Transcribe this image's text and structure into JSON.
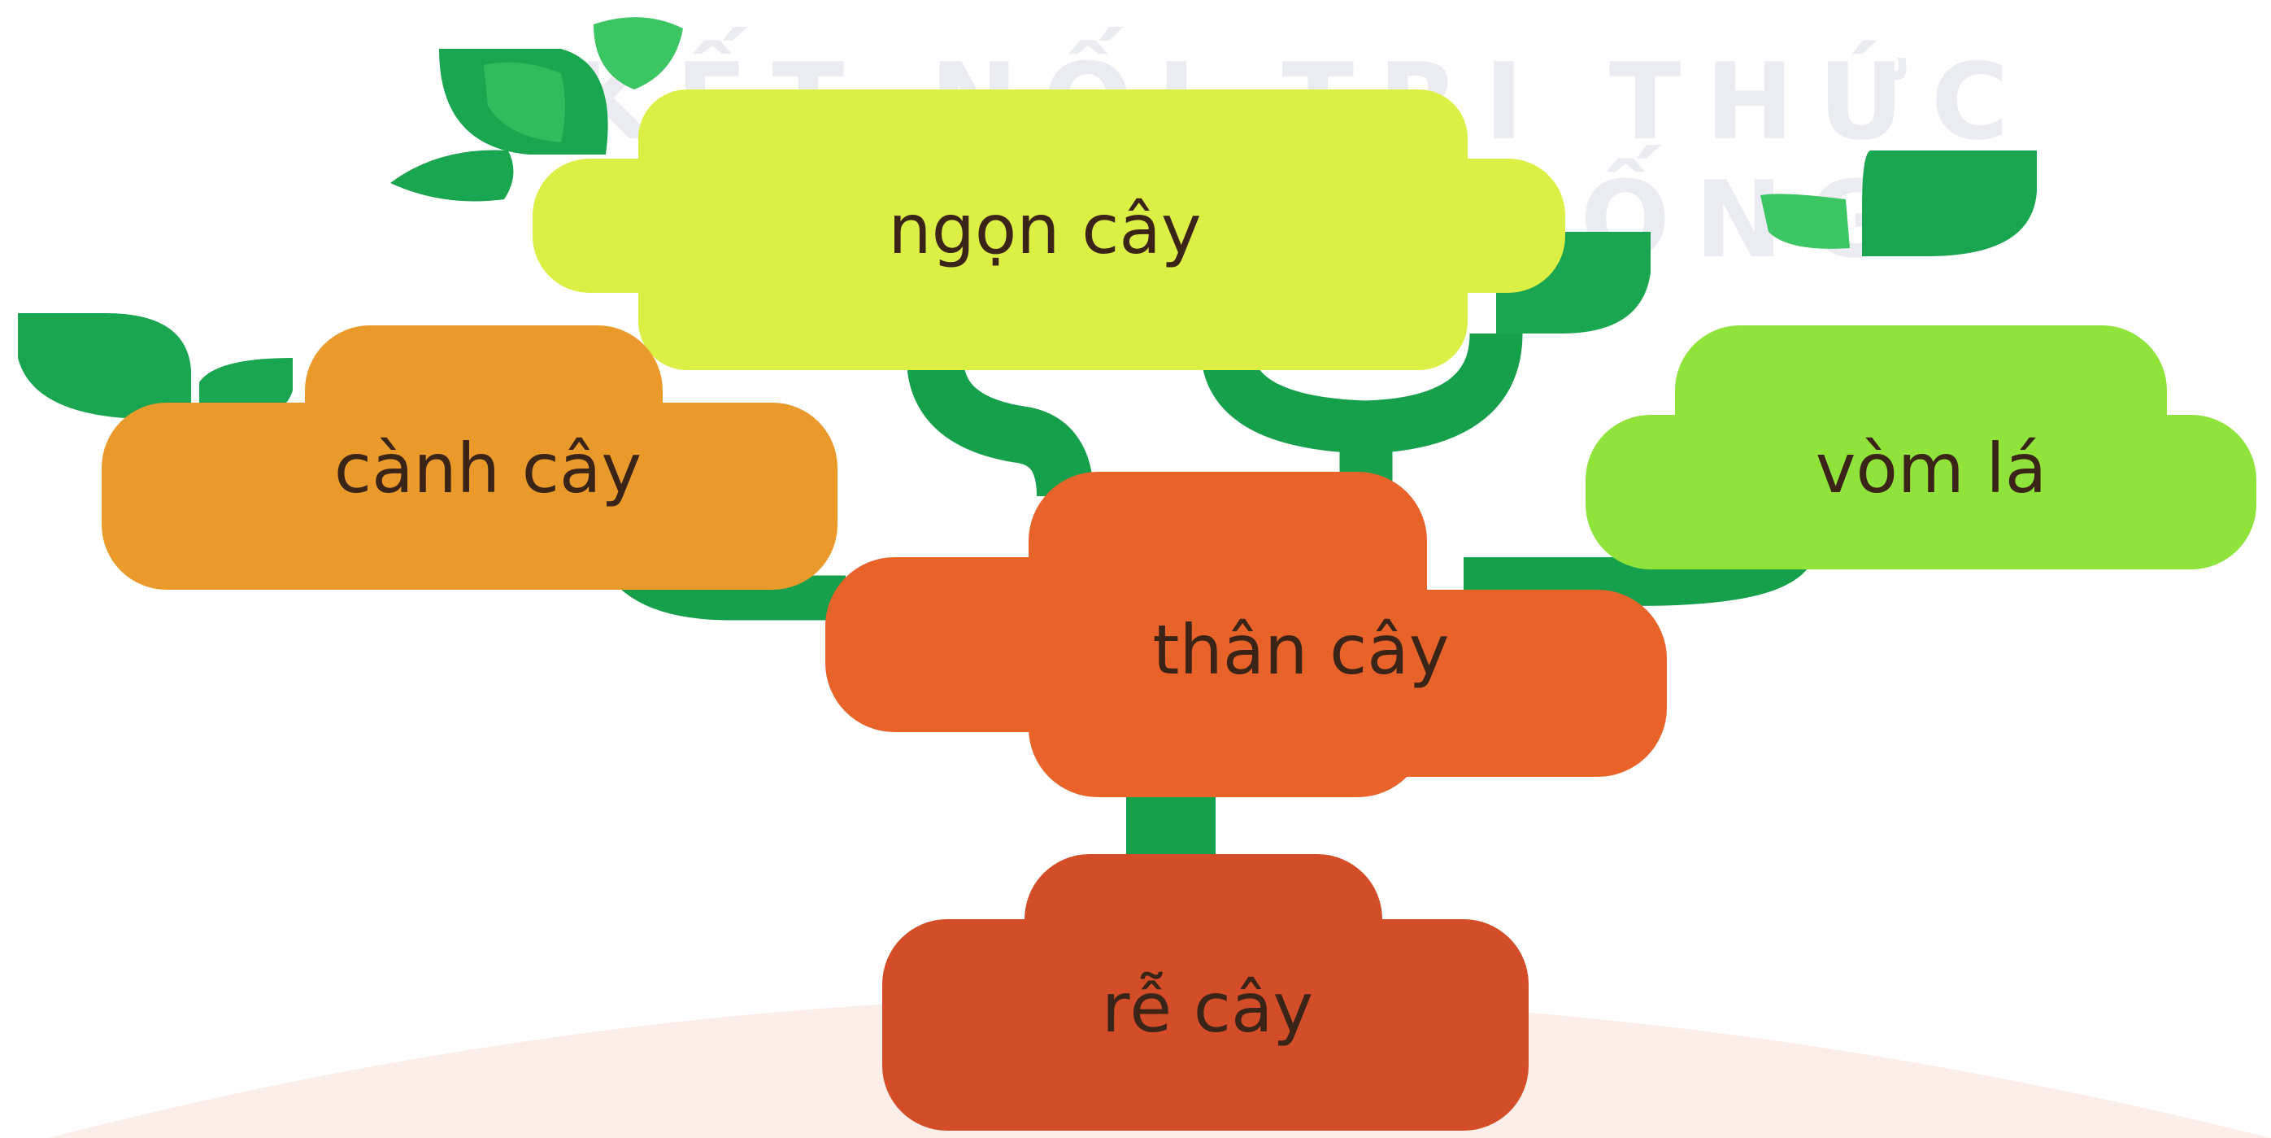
{
  "watermark": {
    "line1": "KẾT NỐI TRI THỨC",
    "line2": "VỚI CUỘC SỐNG"
  },
  "nodes": {
    "ngon_cay": {
      "label": "ngọn cây",
      "color": "#dcef45"
    },
    "canh_cay": {
      "label": "cành cây",
      "color": "#ea9a2b"
    },
    "vom_la": {
      "label": "vòm lá",
      "color": "#8fe33a"
    },
    "than_cay": {
      "label": "thân cây",
      "color": "#e8632a"
    },
    "re_cay": {
      "label": "rễ cây",
      "color": "#d24d28"
    }
  },
  "colors": {
    "branch": "#16a04c",
    "leaf": "#1aa650",
    "leaf_light": "#3cc563",
    "ground": "#fbeee9"
  }
}
